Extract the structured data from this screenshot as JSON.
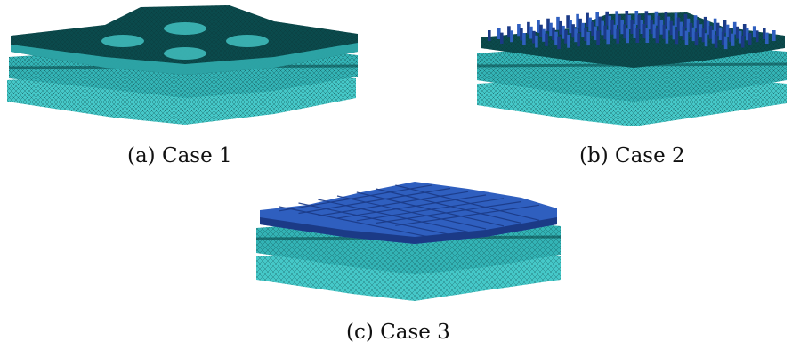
{
  "captions": {
    "a": "(a) Case 1",
    "b": "(b) Case 2",
    "c": "(c) Case 3"
  },
  "colors": {
    "teal_light": "#45c8c8",
    "teal_mid": "#33b3b5",
    "teal_dark": "#0b4a4c",
    "mesh_line": "#0a3436",
    "blue_top": "#2f5fbf",
    "blue_dark": "#1b3a86",
    "background": "#ffffff"
  }
}
